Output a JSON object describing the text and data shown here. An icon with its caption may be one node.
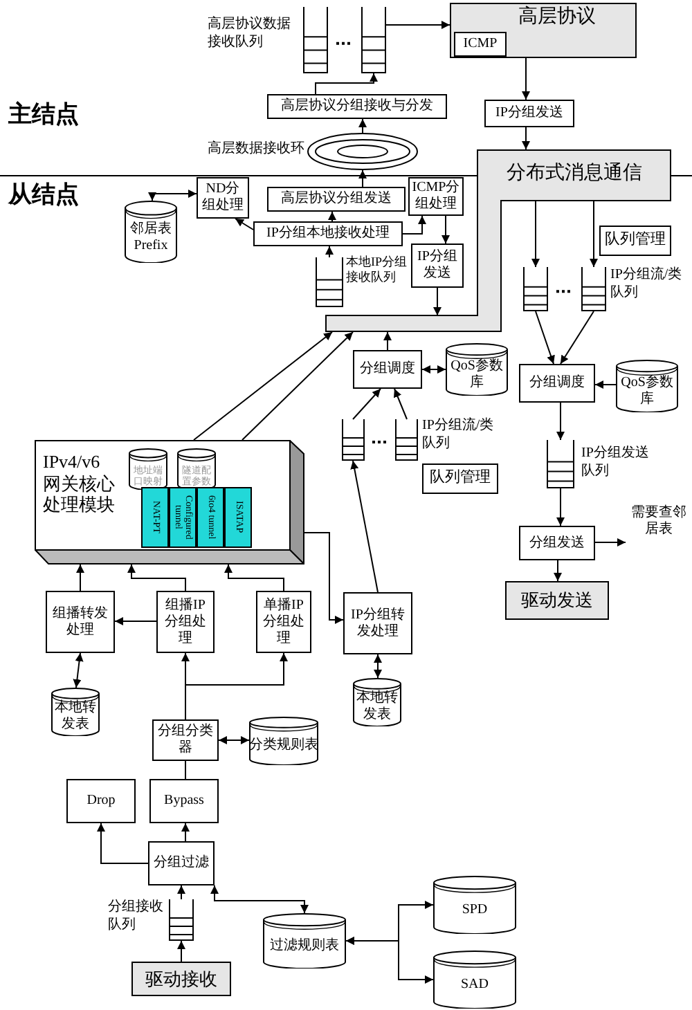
{
  "diagram": {
    "nodes": [
      {
        "text": [
          "高层协议"
        ]
      },
      {
        "text": [
          "ICMP"
        ],
        "in": 0
      },
      {
        "text": [],
        "shape": "queue",
        "beside": [
          "高层协议数据接收队列"
        ]
      },
      {
        "text": [
          "高层协议分组接收与分发"
        ]
      },
      {
        "text": [
          "IP分组发送"
        ]
      },
      {
        "text": [],
        "shape": "ring",
        "beside": [
          "高层数据接收环"
        ]
      },
      {
        "text": [
          "分布式消息通信"
        ]
      },
      {
        "text": [
          "ND分组处理"
        ]
      },
      {
        "text": [
          "邻居表 Prefix"
        ]
      },
      {
        "text": [
          "高层协议分组发送"
        ]
      },
      {
        "text": [
          "ICMP分组处理"
        ]
      },
      {
        "text": [
          "IP分组本地接收处理"
        ]
      },
      {
        "text": [],
        "shape": "queue",
        "beside": [
          "本地IP分组接收队列"
        ]
      },
      {
        "text": [
          "IP分组发送"
        ]
      },
      {
        "text": [
          "队列管理"
        ]
      },
      {
        "text": [],
        "shape": "queue",
        "beside": [
          "IP分组流/类队列"
        ]
      },
      {
        "text": [
          "分组调度"
        ]
      },
      {
        "text": [
          "QoS参数库"
        ]
      },
      {
        "text": [
          "分组调度"
        ]
      },
      {
        "text": [
          "QoS参数库"
        ]
      },
      {
        "text": [],
        "shape": "queue",
        "beside": [
          "IP分组流/类队列"
        ]
      },
      {
        "text": [
          "队列管理"
        ]
      },
      {
        "text": [],
        "shape": "queue",
        "beside": [
          "IP分组发送队列"
        ]
      },
      {
        "text": [
          "IPv4/v6网关核心处理模块"
        ]
      },
      {
        "text": [
          "地址端口映射"
        ],
        "in": 23
      },
      {
        "text": [
          "隧道配置参数"
        ],
        "in": 23
      },
      {
        "text": [
          "NAT-PT"
        ],
        "in": 23
      },
      {
        "text": [
          "Configured tunnel"
        ],
        "in": 23
      },
      {
        "text": [
          "6to4 tunnel"
        ],
        "in": 23
      },
      {
        "text": [
          "ISATAP"
        ],
        "in": 23
      },
      {
        "text": [
          "分组发送"
        ]
      },
      {
        "text": [
          "需要查邻居表"
        ]
      },
      {
        "text": [
          "驱动发送"
        ]
      },
      {
        "text": [
          "组播转发处理"
        ]
      },
      {
        "text": [
          "组播IP分组处理"
        ]
      },
      {
        "text": [
          "单播IP分组处理"
        ]
      },
      {
        "text": [
          "IP分组转发处理"
        ]
      },
      {
        "text": [
          "本地转发表"
        ]
      },
      {
        "text": [
          "本地转发表"
        ]
      },
      {
        "text": [
          "分组分类器"
        ]
      },
      {
        "text": [
          "分类规则表"
        ]
      },
      {
        "text": [
          "Drop"
        ]
      },
      {
        "text": [
          "Bypass"
        ]
      },
      {
        "text": [
          "分组过滤"
        ]
      },
      {
        "text": [],
        "shape": "queue",
        "beside": [
          "分组接收队列"
        ]
      },
      {
        "text": [
          "驱动接收"
        ]
      },
      {
        "text": [
          "过滤规则表"
        ]
      },
      {
        "text": [
          "SPD"
        ]
      },
      {
        "text": [
          "SAD"
        ]
      }
    ],
    "edges": [
      {
        "from": 2,
        "to": 0,
        "arrow": "to"
      },
      {
        "from": 3,
        "to": 2,
        "arrow": "to"
      },
      {
        "from": 5,
        "to": 3,
        "arrow": "to"
      },
      {
        "from": 0,
        "to": 4,
        "arrow": "to"
      },
      {
        "from": 4,
        "to": 6,
        "arrow": "to"
      },
      {
        "from": 9,
        "to": 5,
        "arrow": "to"
      },
      {
        "from": 11,
        "to": 9,
        "arrow": "to"
      },
      {
        "from": 11,
        "to": 7,
        "arrow": "to"
      },
      {
        "from": 8,
        "to": 7,
        "arrow": "both"
      },
      {
        "from": 11,
        "to": 10,
        "arrow": "to"
      },
      {
        "from": 10,
        "to": 13,
        "arrow": "to"
      },
      {
        "from": 12,
        "to": 11,
        "arrow": "to"
      },
      {
        "from": 13,
        "to": 6,
        "arrow": "to"
      },
      {
        "from": 16,
        "to": 6,
        "arrow": "to"
      },
      {
        "from": 23,
        "to": 6,
        "arrow": "to"
      },
      {
        "from": 23,
        "to": 6,
        "arrow": "to"
      },
      {
        "from": 6,
        "to": 15,
        "arrow": "to"
      },
      {
        "from": 6,
        "to": 15,
        "arrow": "to"
      },
      {
        "from": 15,
        "to": 18,
        "arrow": "to"
      },
      {
        "from": 15,
        "to": 18,
        "arrow": "to"
      },
      {
        "from": 17,
        "to": 16,
        "arrow": "both"
      },
      {
        "from": 19,
        "to": 18,
        "arrow": "to"
      },
      {
        "from": 20,
        "to": 16,
        "arrow": "to"
      },
      {
        "from": 20,
        "to": 16,
        "arrow": "to"
      },
      {
        "from": 36,
        "to": 20,
        "arrow": "to"
      },
      {
        "from": 18,
        "to": 22,
        "arrow": "to"
      },
      {
        "from": 22,
        "to": 30,
        "arrow": "to"
      },
      {
        "from": 30,
        "to": 31,
        "arrow": "to"
      },
      {
        "from": 30,
        "to": 32,
        "arrow": "to"
      },
      {
        "from": 23,
        "to": 36,
        "arrow": "to"
      },
      {
        "from": 33,
        "to": 23,
        "arrow": "to"
      },
      {
        "from": 34,
        "to": 23,
        "arrow": "to"
      },
      {
        "from": 35,
        "to": 23,
        "arrow": "to"
      },
      {
        "from": 34,
        "to": 33,
        "arrow": "to"
      },
      {
        "from": 33,
        "to": 37,
        "arrow": "both"
      },
      {
        "from": 36,
        "to": 38,
        "arrow": "both"
      },
      {
        "from": 39,
        "to": 34,
        "arrow": "to"
      },
      {
        "from": 39,
        "to": 35,
        "arrow": "to"
      },
      {
        "from": 39,
        "to": 40,
        "arrow": "both"
      },
      {
        "from": 42,
        "to": 39,
        "arrow": "none"
      },
      {
        "from": 43,
        "to": 42,
        "arrow": "to"
      },
      {
        "from": 43,
        "to": 41,
        "arrow": "to"
      },
      {
        "from": 44,
        "to": 43,
        "arrow": "to"
      },
      {
        "from": 45,
        "to": 44,
        "arrow": "to"
      },
      {
        "from": 43,
        "to": 46,
        "arrow": "both"
      },
      {
        "from": 47,
        "to": 46,
        "arrow": "both"
      },
      {
        "from": 48,
        "to": 46,
        "arrow": "both"
      }
    ],
    "labels": [
      "主结点",
      "从结点"
    ]
  }
}
